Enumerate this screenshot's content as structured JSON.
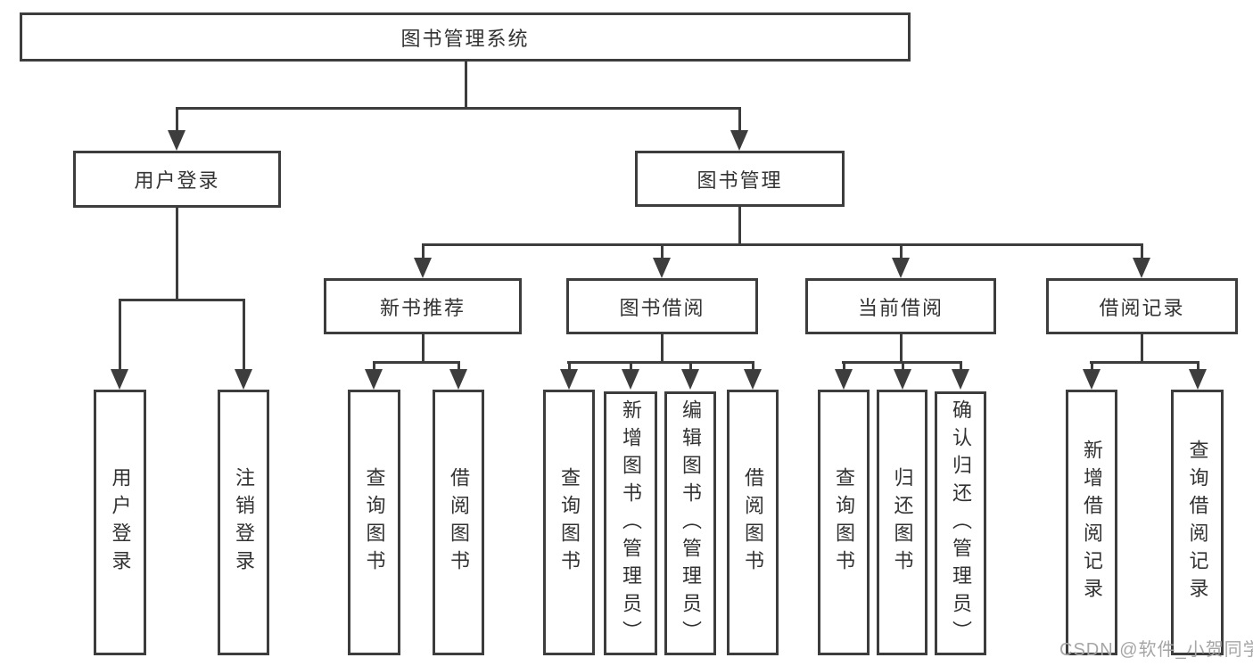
{
  "diagram": {
    "title": "图书管理系统",
    "root": {
      "label": "图书管理系统"
    },
    "level2": [
      {
        "id": "user-login",
        "label": "用户登录"
      },
      {
        "id": "book-management",
        "label": "图书管理"
      }
    ],
    "level3": [
      {
        "id": "new-book-recommend",
        "label": "新书推荐"
      },
      {
        "id": "book-borrow",
        "label": "图书借阅"
      },
      {
        "id": "current-borrow",
        "label": "当前借阅"
      },
      {
        "id": "borrow-records",
        "label": "借阅记录"
      }
    ],
    "leaves": [
      {
        "parent": "user-login",
        "label": "用户登录"
      },
      {
        "parent": "user-login",
        "label": "注销登录"
      },
      {
        "parent": "new-book-recommend",
        "label": "查询图书"
      },
      {
        "parent": "new-book-recommend",
        "label": "借阅图书"
      },
      {
        "parent": "book-borrow",
        "label": "查询图书"
      },
      {
        "parent": "book-borrow",
        "label": "新增图书（管理员）"
      },
      {
        "parent": "book-borrow",
        "label": "编辑图书（管理员）"
      },
      {
        "parent": "book-borrow",
        "label": "借阅图书"
      },
      {
        "parent": "current-borrow",
        "label": "查询图书"
      },
      {
        "parent": "current-borrow",
        "label": "归还图书"
      },
      {
        "parent": "current-borrow",
        "label": "确认归还（管理员）"
      },
      {
        "parent": "borrow-records",
        "label": "新增借阅记录"
      },
      {
        "parent": "borrow-records",
        "label": "查询借阅记录"
      }
    ],
    "line_color": "#3d3d3d",
    "text_color": "#333333"
  },
  "watermark": {
    "text": "CSDN @软件_小贺同学",
    "color": "#a6a6a6"
  }
}
